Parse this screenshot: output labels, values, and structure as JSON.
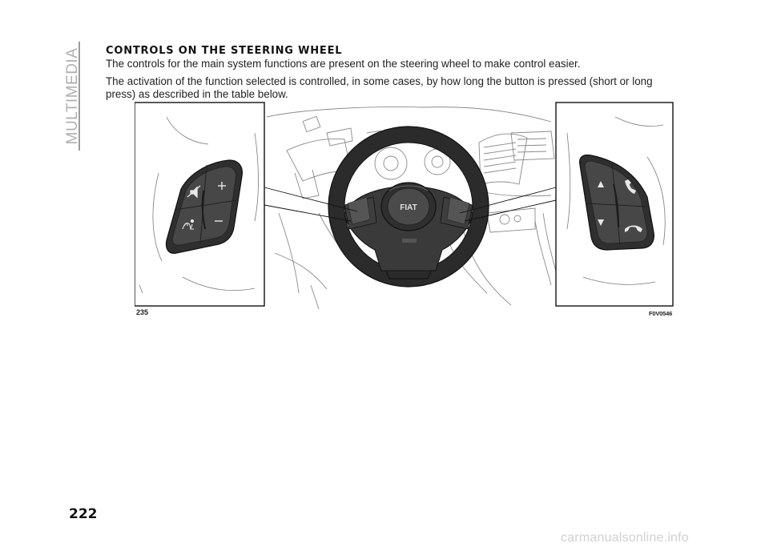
{
  "section_tab": "MULTIMEDIA",
  "heading": "CONTROLS ON THE STEERING WHEEL",
  "paragraphs": [
    "The controls for the main system functions are present on the steering wheel to make control easier.",
    "The activation of the function selected is controlled, in some cases, by how long the button is pressed (short or long press) as described in the table below."
  ],
  "figure": {
    "number": "235",
    "code": "F0V0546",
    "badge": "FIAT",
    "icons": {
      "left_panel": [
        "mute-icon",
        "plus-icon",
        "voice-icon",
        "minus-icon"
      ],
      "right_panel": [
        "up-arrow-icon",
        "phone-answer-icon",
        "down-arrow-icon",
        "phone-hangup-icon"
      ]
    }
  },
  "page_number": "222",
  "watermark": "carmanualsonline.info"
}
